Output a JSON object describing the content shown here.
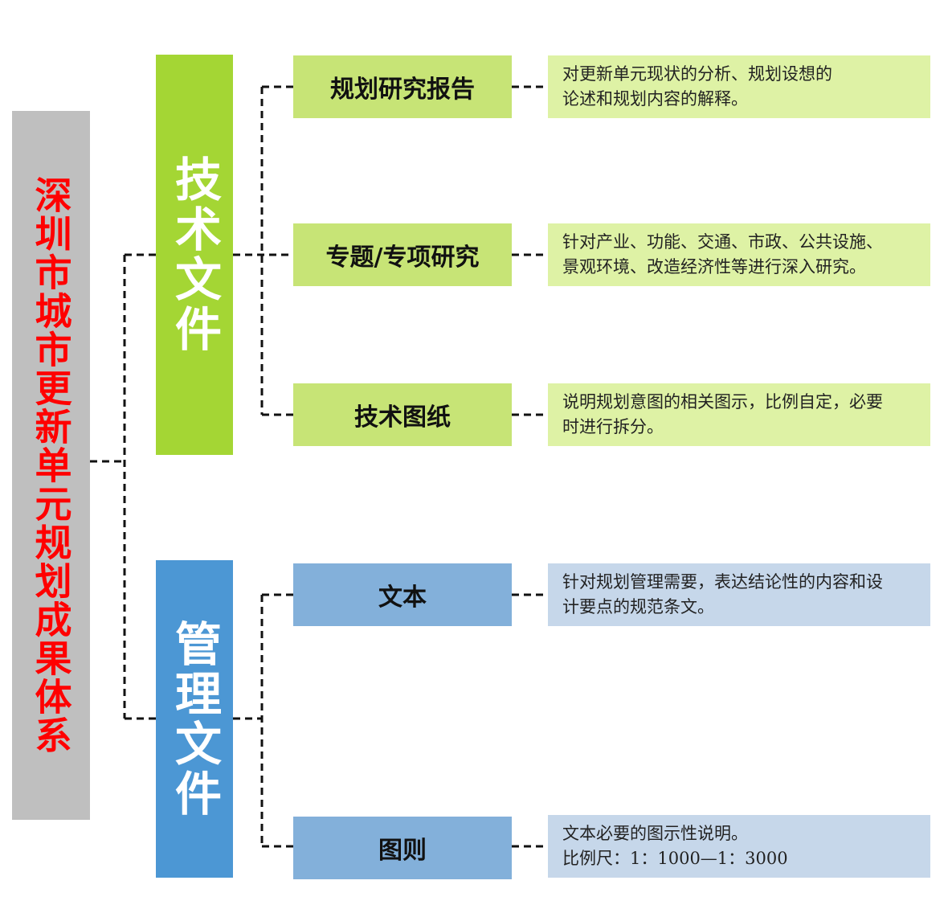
{
  "root": {
    "title": "深圳市城市更新单元规划成果体系"
  },
  "categories": [
    {
      "title": "技术文件",
      "items": [
        {
          "label": "规划研究报告",
          "desc": [
            "对更新单元现状的分析、规划设想的",
            "论述和规划内容的解释。"
          ]
        },
        {
          "label": "专题/专项研究",
          "desc": [
            "针对产业、功能、交通、市政、公共设施、",
            "景观环境、改造经济性等进行深入研究。"
          ]
        },
        {
          "label": "技术图纸",
          "desc": [
            "说明规划意图的相关图示，比例自定，必要",
            "时进行拆分。"
          ]
        }
      ]
    },
    {
      "title": "管理文件",
      "items": [
        {
          "label": "文本",
          "desc": [
            "针对规划管理需要，表达结论性的内容和设",
            "计要点的规范条文。"
          ]
        },
        {
          "label": "图则",
          "desc": [
            "文本必要的图示性说明。",
            "比例尺：1：1000—1：3000"
          ]
        }
      ]
    }
  ],
  "colors": {
    "root_bg": "#bfbfbf",
    "root_text": "#ff0000",
    "tech_category": "#a4d634",
    "tech_item": "#c7e476",
    "tech_desc": "#def2a5",
    "mgmt_category": "#4c97d4",
    "mgmt_item": "#83b0da",
    "mgmt_desc": "#c6d7ea"
  }
}
